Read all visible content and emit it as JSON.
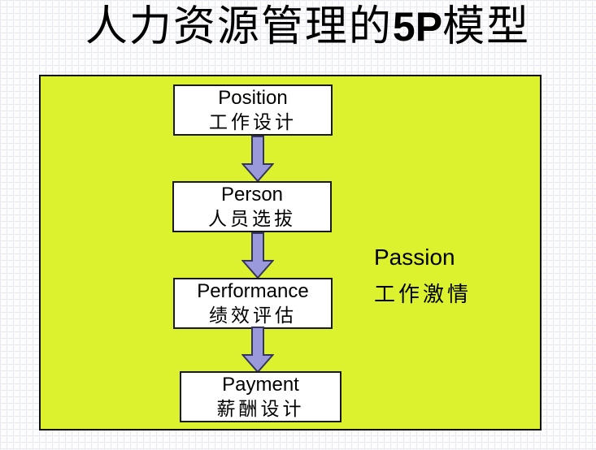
{
  "title": {
    "prefix": "人力资源管理的",
    "emphasis": "5P",
    "suffix": "模型"
  },
  "colors": {
    "background_grid_line": "#e8e8f0",
    "panel_fill": "#dcf22f",
    "panel_border": "#111111",
    "node_fill": "#ffffff",
    "node_border": "#1a1a1a",
    "arrow_fill": "#9999db",
    "arrow_outline": "#34345c",
    "text": "#000000"
  },
  "flow": {
    "nodes": [
      {
        "en": "Position",
        "zh": "工作设计"
      },
      {
        "en": "Person",
        "zh": "人员选拔"
      },
      {
        "en": "Performance",
        "zh": "绩效评估"
      },
      {
        "en": "Payment",
        "zh": "薪酬设计"
      }
    ]
  },
  "side_note": {
    "en": "Passion",
    "zh": "工作激情"
  }
}
